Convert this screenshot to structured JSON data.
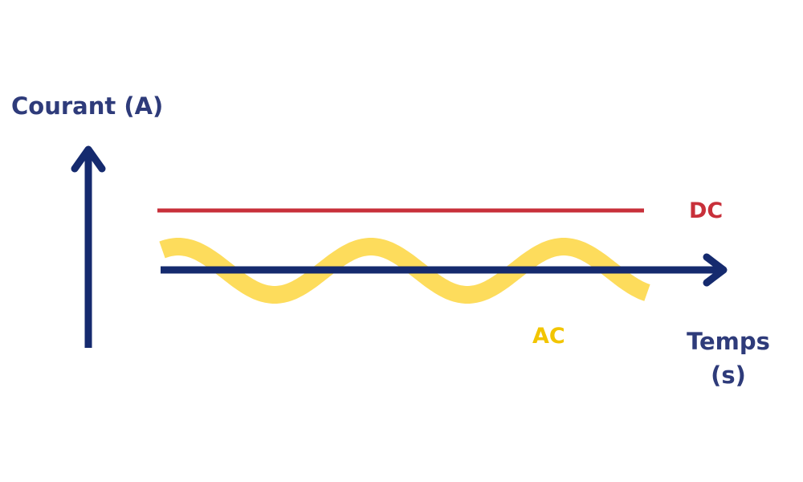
{
  "labels": {
    "y_axis": "Courant (A)",
    "x_axis_line1": "Temps",
    "x_axis_line2": "(s)",
    "dc": "DC",
    "ac": "AC"
  },
  "colors": {
    "axis": "#152a6e",
    "axis_label": "#2e3b7a",
    "dc": "#c8303a",
    "ac_wave": "#fddc5c",
    "ac_label": "#f2c500"
  }
}
